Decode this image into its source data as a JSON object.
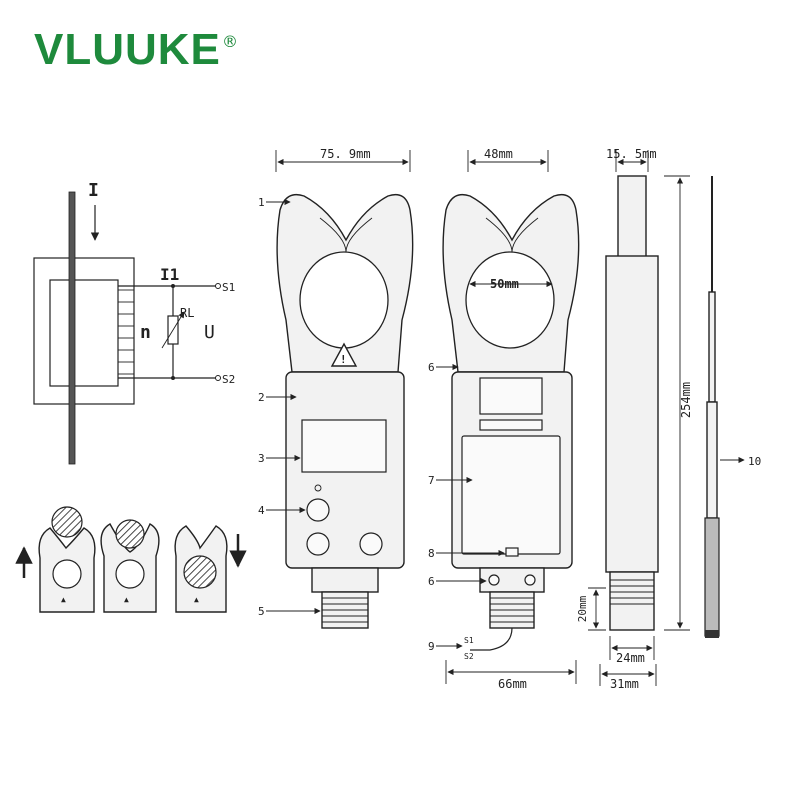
{
  "brand": {
    "name": "VLUUKE",
    "registered": "®",
    "color": "#1e8a3c"
  },
  "circuit": {
    "current": "I",
    "primary": "I1",
    "resistor": "RL",
    "turns": "n",
    "voltage": "U",
    "terminal_1": "S1",
    "terminal_2": "S2"
  },
  "dimensions": {
    "front_width": "75. 9mm",
    "side_width": "48mm",
    "jaw_opening": "50mm",
    "depth": "15. 5mm",
    "length": "254mm",
    "thread_height": "20mm",
    "thread_width": "24mm",
    "base_width": "31mm",
    "bottom_width": "66mm"
  },
  "callouts": [
    "1",
    "2",
    "3",
    "4",
    "5",
    "6",
    "7",
    "8",
    "6",
    "9",
    "10"
  ],
  "cable_labels": {
    "s1": "S1",
    "s2": "S2"
  },
  "warning_symbol": "!"
}
